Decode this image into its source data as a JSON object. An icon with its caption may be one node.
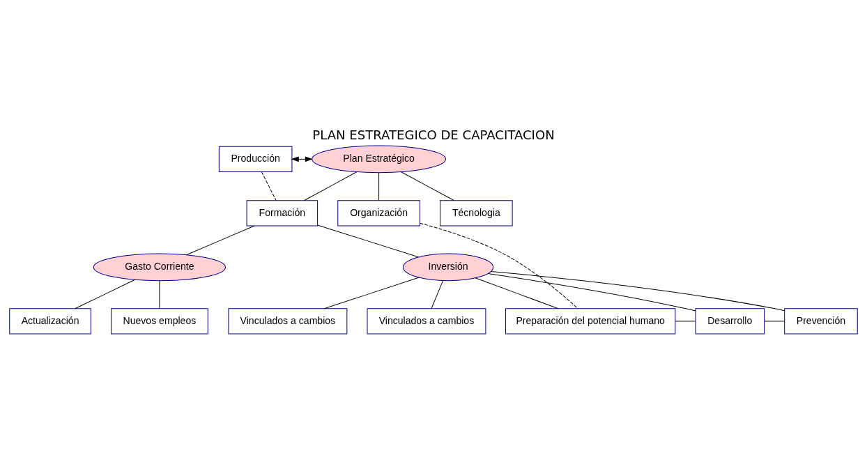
{
  "diagram": {
    "title": "PLAN ESTRATEGICO DE CAPACITACION",
    "nodes": [
      {
        "text": [
          "Producción"
        ]
      },
      {
        "text": [
          "Plan Estratégico"
        ]
      },
      {
        "text": [
          "Formación"
        ]
      },
      {
        "text": [
          "Organización"
        ]
      },
      {
        "text": [
          "Técnologia"
        ]
      },
      {
        "text": [
          "Gasto Corriente"
        ]
      },
      {
        "text": [
          "Inversión"
        ]
      },
      {
        "text": [
          "Actualización"
        ]
      },
      {
        "text": [
          "Nuevos empleos"
        ]
      },
      {
        "text": [
          "Vinculados a cambios"
        ]
      },
      {
        "text": [
          "Vinculados a cambios"
        ]
      },
      {
        "text": [
          "Preparación del potencial humano"
        ]
      },
      {
        "text": [
          "Desarrollo"
        ]
      },
      {
        "text": [
          "Prevención"
        ]
      }
    ],
    "edges": [
      {
        "from": 0,
        "to": 1,
        "arrow": "both"
      },
      {
        "from": 1,
        "to": 2,
        "arrow": "none"
      },
      {
        "from": 1,
        "to": 3,
        "arrow": "none"
      },
      {
        "from": 1,
        "to": 4,
        "arrow": "none"
      },
      {
        "from": 0,
        "to": 2,
        "arrow": "none",
        "style": "dashed"
      },
      {
        "from": 2,
        "to": 5,
        "arrow": "none"
      },
      {
        "from": 2,
        "to": 6,
        "arrow": "none"
      },
      {
        "from": 5,
        "to": 8,
        "arrow": "none"
      },
      {
        "from": 5,
        "to": 7,
        "arrow": "none"
      },
      {
        "from": 6,
        "to": 11,
        "arrow": "none"
      },
      {
        "from": 6,
        "to": 9,
        "arrow": "none"
      },
      {
        "from": 6,
        "to": 12,
        "arrow": "none"
      },
      {
        "from": 6,
        "to": 10,
        "arrow": "none"
      },
      {
        "from": 6,
        "to": 13,
        "arrow": "none"
      },
      {
        "from": 3,
        "to": 11,
        "arrow": "none",
        "style": "dashed"
      },
      {
        "from": 11,
        "to": 12,
        "arrow": "none"
      },
      {
        "from": 12,
        "to": 13,
        "arrow": "none"
      }
    ]
  }
}
